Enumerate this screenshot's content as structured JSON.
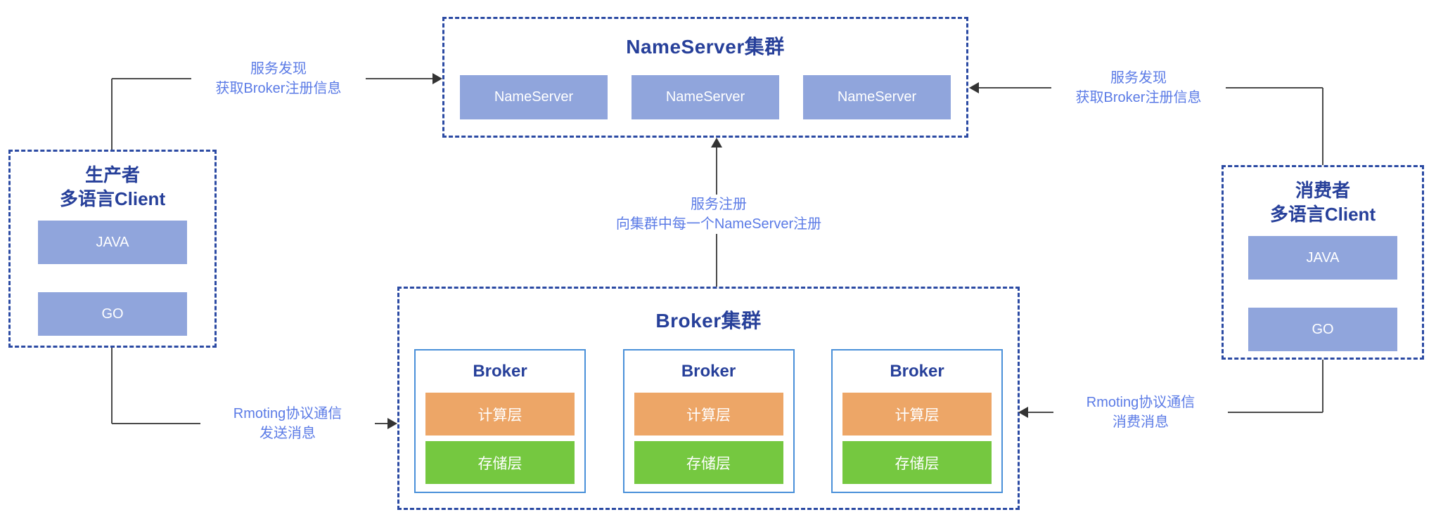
{
  "diagram": {
    "type": "architecture-diagram",
    "description": "RocketMQ style message queue architecture"
  },
  "colors": {
    "cluster_border": "#2b4aa3",
    "title_navy": "#27409a",
    "node_periwinkle": "#90a5dc",
    "broker_card_border": "#4a90d9",
    "compute_orange": "#eda667",
    "storage_green": "#75c840",
    "edge_label_blue": "#5b7be6",
    "line_gray": "#4a4a4a"
  },
  "nameserver_cluster": {
    "title": "NameServer集群",
    "nodes": [
      "NameServer",
      "NameServer",
      "NameServer"
    ]
  },
  "producer": {
    "title_line1": "生产者",
    "title_line2": "多语言Client",
    "clients": [
      "JAVA",
      "GO"
    ]
  },
  "consumer": {
    "title_line1": "消费者",
    "title_line2": "多语言Client",
    "clients": [
      "JAVA",
      "GO"
    ]
  },
  "broker_cluster": {
    "title": "Broker集群",
    "brokers": [
      {
        "title": "Broker",
        "layers": [
          "计算层",
          "存储层"
        ]
      },
      {
        "title": "Broker",
        "layers": [
          "计算层",
          "存储层"
        ]
      },
      {
        "title": "Broker",
        "layers": [
          "计算层",
          "存储层"
        ]
      }
    ]
  },
  "edges": {
    "producer_discovery": {
      "line1": "服务发现",
      "line2": "获取Broker注册信息"
    },
    "consumer_discovery": {
      "line1": "服务发现",
      "line2": "获取Broker注册信息"
    },
    "broker_register": {
      "line1": "服务注册",
      "line2": "向集群中每一个NameServer注册"
    },
    "producer_send": {
      "line1": "Rmoting协议通信",
      "line2": "发送消息"
    },
    "consumer_consume": {
      "line1": "Rmoting协议通信",
      "line2": "消费消息"
    }
  }
}
